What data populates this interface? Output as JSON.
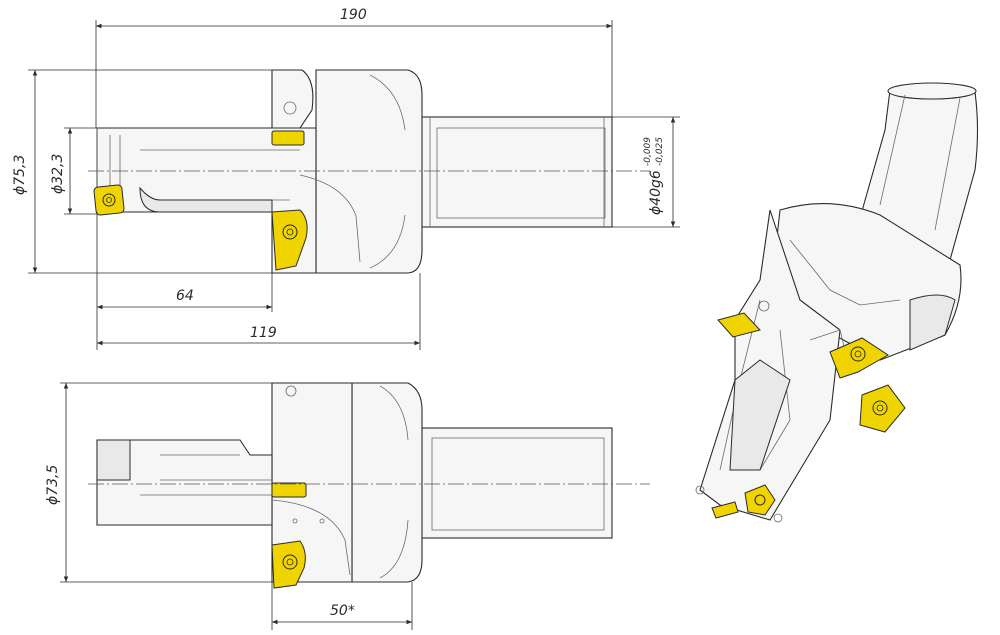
{
  "drawing": {
    "top_view": {
      "length_total": "190",
      "diameter_outer": "ϕ75,3",
      "diameter_inner": "ϕ32,3",
      "length_insert": "64",
      "length_body": "119",
      "shank_diameter": "ϕ40g6",
      "shank_tol_upper": "-0,009",
      "shank_tol_lower": "-0,025"
    },
    "bottom_view": {
      "diameter": "ϕ73,5",
      "length_step": "50*"
    }
  },
  "colors": {
    "insert": "#f0d400",
    "outline": "#2b2b2b"
  }
}
